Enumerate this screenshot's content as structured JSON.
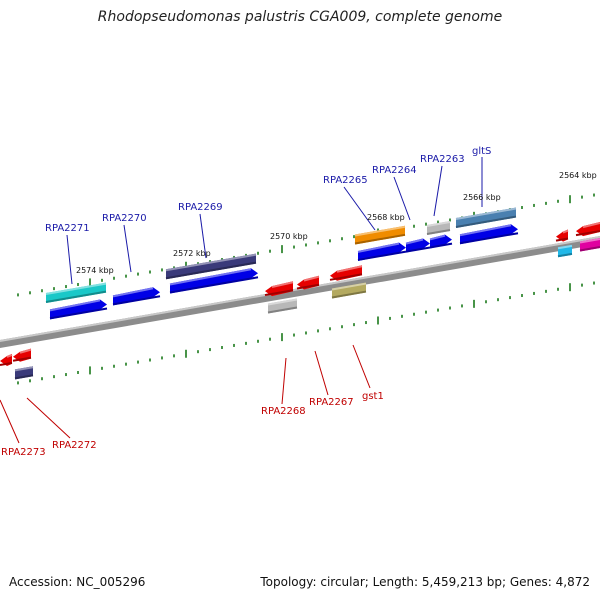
{
  "title": "Rhodopseudomonas palustris CGA009, complete genome",
  "footer": {
    "accession": "Accession: NC_005296",
    "summary": "Topology: circular; Length: 5,459,213 bp; Genes: 4,872"
  },
  "colors": {
    "backbone": "#8c8c8c",
    "ticks": "#1a7a1a",
    "forward_label": "#1a1aa8",
    "reverse_label": "#c00000",
    "blue": "#0000e6",
    "red": "#e60000",
    "cyan": "#1ac8c8",
    "navy": "#3a3a7a",
    "orange": "#f08c00",
    "steel": "#4a80b0",
    "grey": "#b8b8b8",
    "olive": "#b4aa60",
    "magenta": "#e000a0",
    "lightblue": "#20b8e8"
  },
  "scale_labels": [
    "2574 kbp",
    "2572 kbp",
    "2570 kbp",
    "2568 kbp",
    "2566 kbp",
    "2564 kbp"
  ],
  "forward_genes": [
    {
      "name": "RPA2271",
      "color": "blue"
    },
    {
      "name": "RPA2270",
      "color": "blue"
    },
    {
      "name": "RPA2269",
      "color": "navy"
    },
    {
      "name": "RPA2265",
      "color": "orange"
    },
    {
      "name": "RPA2264",
      "color": "blue"
    },
    {
      "name": "RPA2263",
      "color": "grey"
    },
    {
      "name": "gltS",
      "color": "steel"
    }
  ],
  "reverse_genes": [
    {
      "name": "RPA2273",
      "color": "red"
    },
    {
      "name": "RPA2272",
      "color": "navy"
    },
    {
      "name": "RPA2268",
      "color": "grey"
    },
    {
      "name": "RPA2267",
      "color": "red"
    },
    {
      "name": "gst1",
      "color": "olive"
    }
  ]
}
